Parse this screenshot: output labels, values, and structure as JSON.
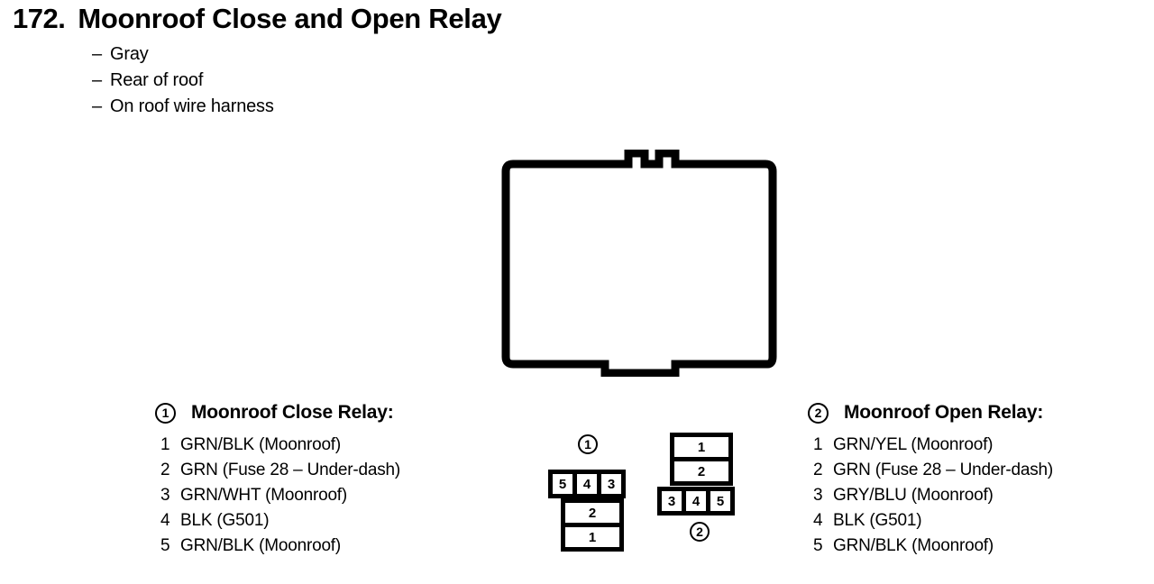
{
  "page": {
    "number": "172.",
    "title": "Moonroof Close and Open Relay",
    "bullets": [
      "Gray",
      "Rear of roof",
      "On roof wire harness"
    ],
    "bullet_dash": "–"
  },
  "connector": {
    "marker_1": "1",
    "marker_2": "2",
    "group1": {
      "top_row": [
        "5",
        "4",
        "3"
      ],
      "stack": [
        "2",
        "1"
      ]
    },
    "group2": {
      "stack": [
        "1",
        "2"
      ],
      "bottom_row": [
        "3",
        "4",
        "5"
      ]
    }
  },
  "legends": [
    {
      "marker": "1",
      "title": "Moonroof Close Relay:",
      "rows": [
        {
          "pin": "1",
          "desc": "GRN/BLK (Moonroof)"
        },
        {
          "pin": "2",
          "desc": "GRN (Fuse 28 – Under-dash)"
        },
        {
          "pin": "3",
          "desc": "GRN/WHT (Moonroof)"
        },
        {
          "pin": "4",
          "desc": "BLK (G501)"
        },
        {
          "pin": "5",
          "desc": "GRN/BLK (Moonroof)"
        }
      ]
    },
    {
      "marker": "2",
      "title": "Moonroof Open Relay:",
      "rows": [
        {
          "pin": "1",
          "desc": "GRN/YEL (Moonroof)"
        },
        {
          "pin": "2",
          "desc": "GRN (Fuse 28 – Under-dash)"
        },
        {
          "pin": "3",
          "desc": "GRY/BLU (Moonroof)"
        },
        {
          "pin": "4",
          "desc": "BLK (G501)"
        },
        {
          "pin": "5",
          "desc": "GRN/BLK (Moonroof)"
        }
      ]
    }
  ],
  "colors": {
    "ink": "#000000",
    "paper": "#ffffff"
  }
}
